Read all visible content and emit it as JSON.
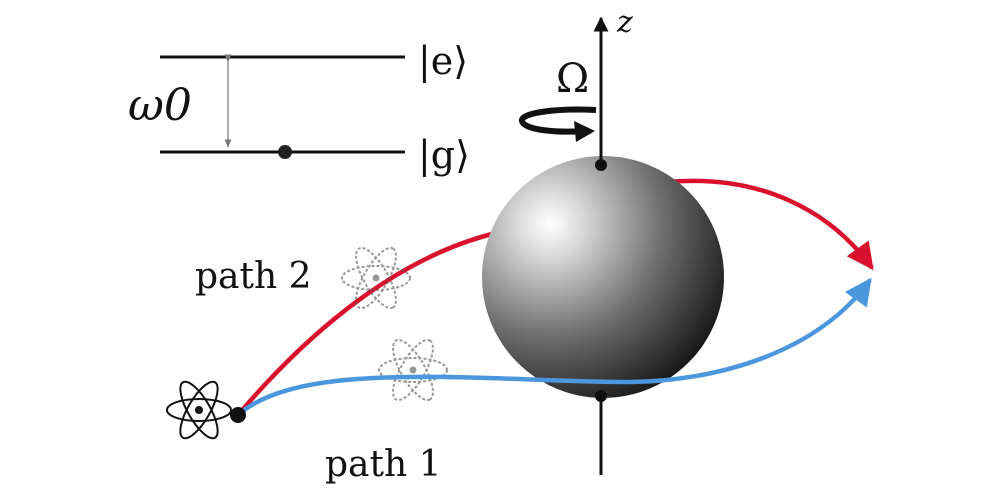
{
  "levels": {
    "excited_label": "|e⟩",
    "ground_label": "|g⟩",
    "gap_label": "ω0"
  },
  "rotation": {
    "axis_label": "z",
    "rate_label": "Ω"
  },
  "paths": {
    "path1_label": "path 1",
    "path2_label": "path 2"
  },
  "colors": {
    "path1": "#4a97dd",
    "path2": "#d9112d",
    "ink": "#111111"
  },
  "icons": {
    "atom": "atom-icon",
    "sphere": "rotating-sphere"
  }
}
